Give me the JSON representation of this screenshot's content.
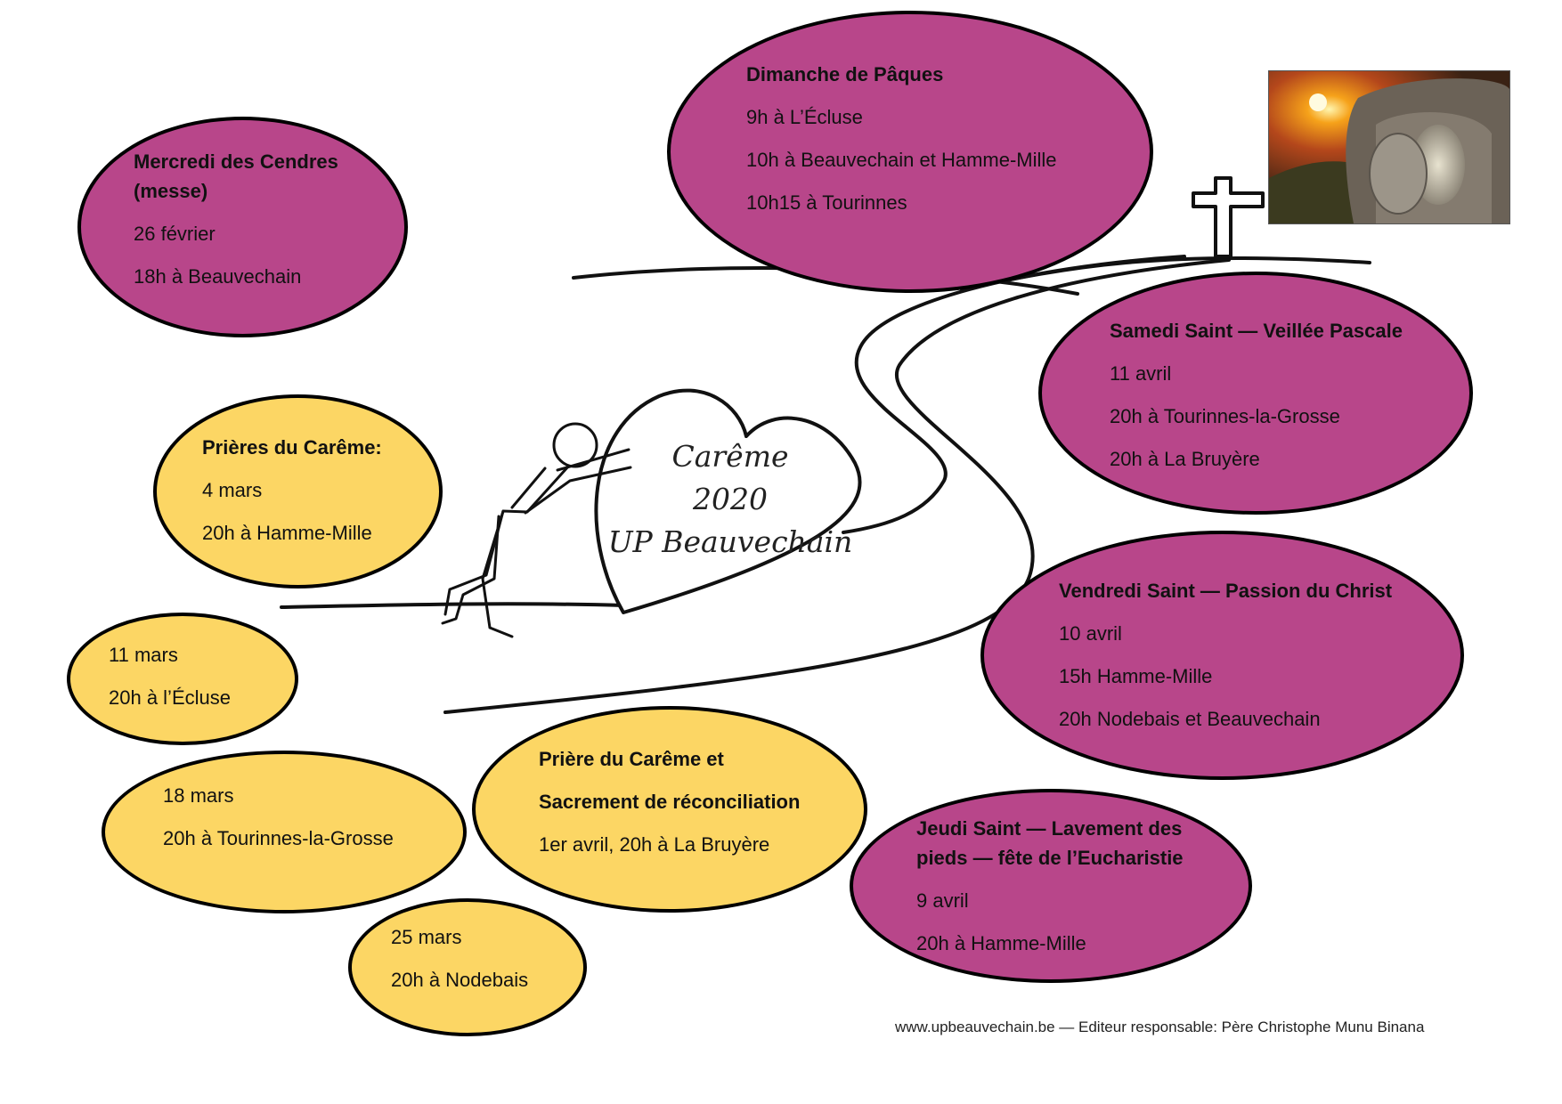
{
  "bubbles": {
    "ash_wednesday": {
      "title": "Mercredi des Cendres (messe)",
      "date": "26 février",
      "time": "18h à Beauvechain"
    },
    "easter_sunday": {
      "title": "Dimanche de Pâques",
      "line1": "9h à  L’Écluse",
      "line2": "10h à Beauvechain et Hamme-Mille",
      "line3": "10h15 à Tourinnes"
    },
    "holy_saturday": {
      "title": "Samedi Saint — Veillée Pascale",
      "date": "11 avril",
      "line1": "20h à Tourinnes-la-Grosse",
      "line2": "20h à La Bruyère"
    },
    "good_friday": {
      "title": "Vendredi Saint — Passion du Christ",
      "date": "10 avril",
      "line1": "15h Hamme-Mille",
      "line2": "20h Nodebais et Beauvechain"
    },
    "holy_thursday": {
      "title": "Jeudi Saint — Lavement des pieds — fête de l’Eucharistie",
      "date": "9 avril",
      "time": "20h à Hamme-Mille"
    },
    "prayers_march4": {
      "title": "Prières du Carême:",
      "date": "4 mars",
      "time": "20h à Hamme-Mille"
    },
    "march11": {
      "date": "11 mars",
      "time": "20h à l’Écluse"
    },
    "march18": {
      "date": "18 mars",
      "time": "20h à Tourinnes-la-Grosse"
    },
    "march25": {
      "date": "25 mars",
      "time": "20h à Nodebais"
    },
    "reconciliation": {
      "title_line1": "Prière du Carême et",
      "title_line2": "Sacrement de réconciliation",
      "details": "1er avril, 20h à La Bruyère"
    }
  },
  "heart": {
    "line1": "Carême",
    "line2": "2020",
    "line3": "UP Beauvechain"
  },
  "footer": {
    "text": "www.upbeauvechain.be — Editeur responsable: Père Christophe Munu Binana"
  },
  "colors": {
    "purple": "#b8468a",
    "yellow": "#fcd664",
    "outline": "#000000"
  },
  "icons": {
    "tomb": "empty-tomb-sunset-image",
    "cross": "cross-icon",
    "figure": "person-pushing-heart-icon"
  }
}
